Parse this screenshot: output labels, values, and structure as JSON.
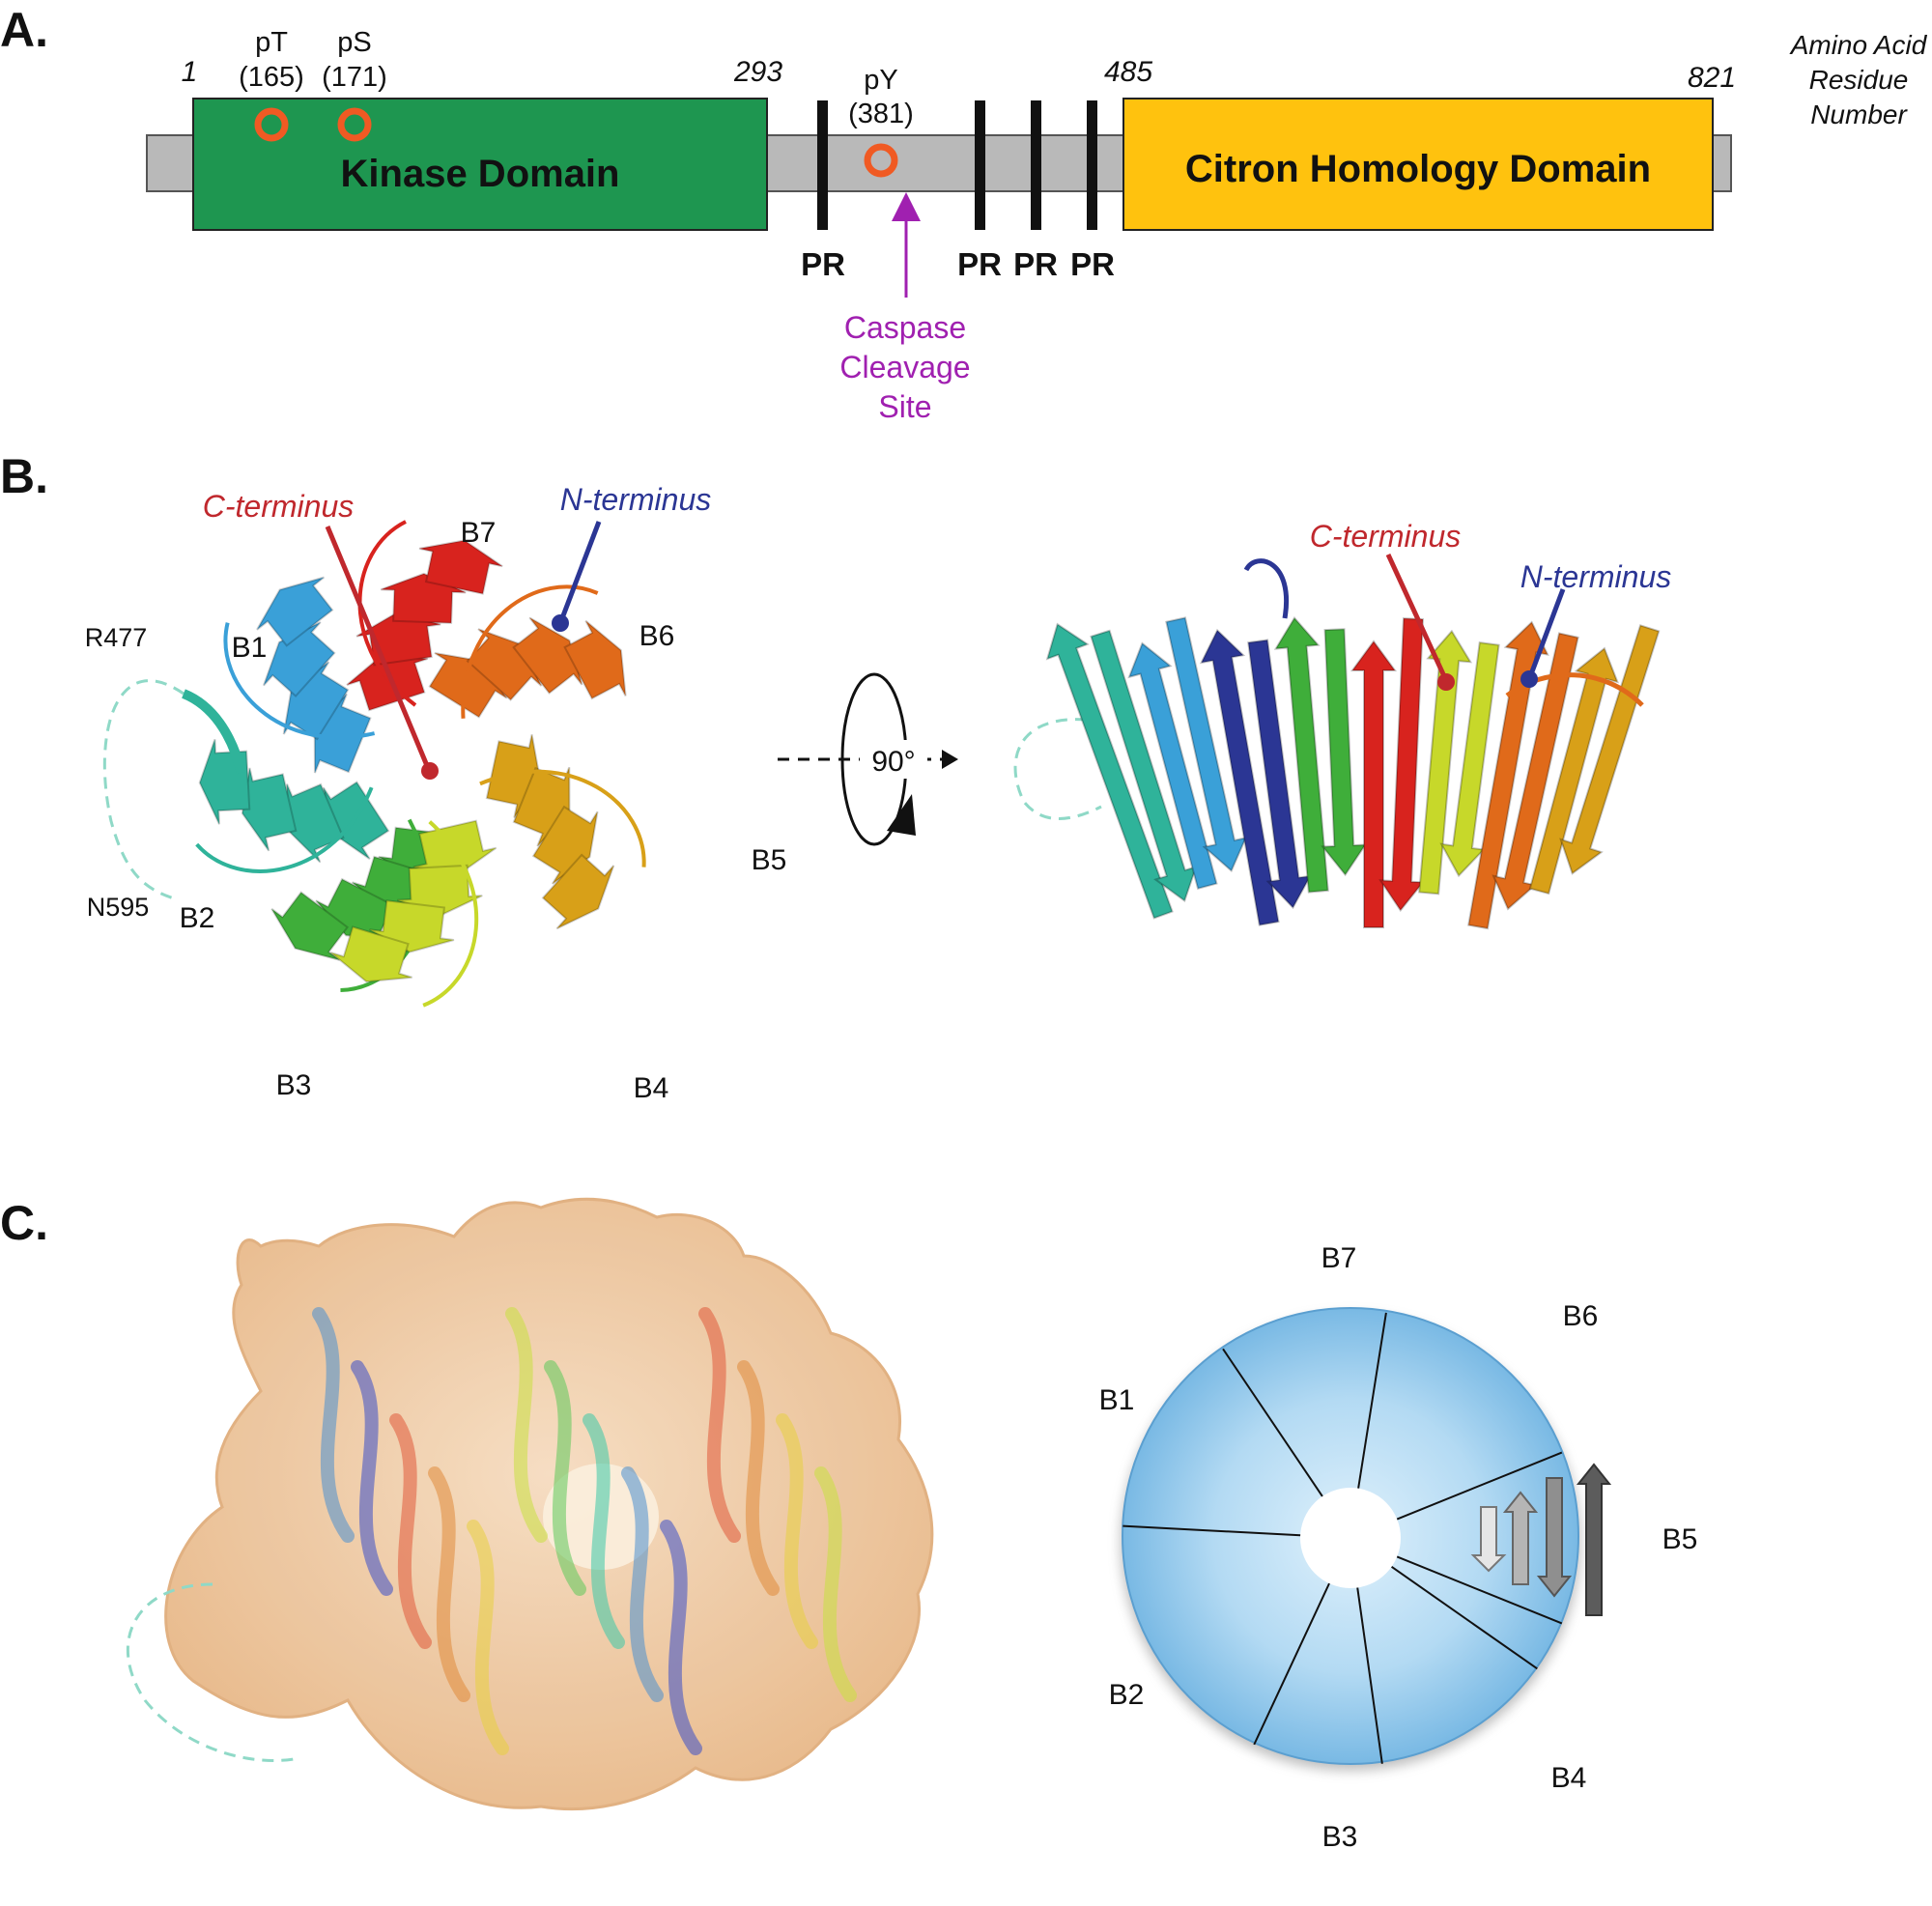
{
  "panels": {
    "a": "A.",
    "b": "B.",
    "c": "C."
  },
  "panel_a": {
    "residue_numbers": [
      "1",
      "293",
      "485",
      "821"
    ],
    "axis_note": [
      "Amino Acid",
      "Residue",
      "Number"
    ],
    "sites": [
      {
        "type": "pT",
        "pos": "(165)"
      },
      {
        "type": "pS",
        "pos": "(171)"
      },
      {
        "type": "pY",
        "pos": "(381)"
      }
    ],
    "kinase_label": "Kinase Domain",
    "citron_label": "Citron Homology Domain",
    "pr_label": "PR",
    "caspase_label": [
      "Caspase",
      "Cleavage",
      "Site"
    ],
    "colors": {
      "kinase": "#1e9650",
      "citron": "#ffc20e",
      "backbone": "#b9b9b9",
      "site": "#f05a23",
      "caspase": "#a020b0"
    }
  },
  "panel_b": {
    "left": {
      "c_terminus": "C-terminus",
      "n_terminus": "N-terminus",
      "blades": [
        "B1",
        "B2",
        "B3",
        "B4",
        "B5",
        "B6",
        "B7"
      ],
      "r477": "R477",
      "n595": "N595"
    },
    "rotation": "90°",
    "right": {
      "c_terminus": "C-terminus",
      "n_terminus": "N-terminus"
    },
    "colors": {
      "c_terminus": "#c0282d",
      "n_terminus": "#2b3694"
    }
  },
  "panel_c": {
    "blades": [
      "B7",
      "B6",
      "B1",
      "B5",
      "B2",
      "B4",
      "B3"
    ],
    "colors": {
      "surface": "#f2c9a2",
      "donut": "#8fc6ea"
    }
  }
}
